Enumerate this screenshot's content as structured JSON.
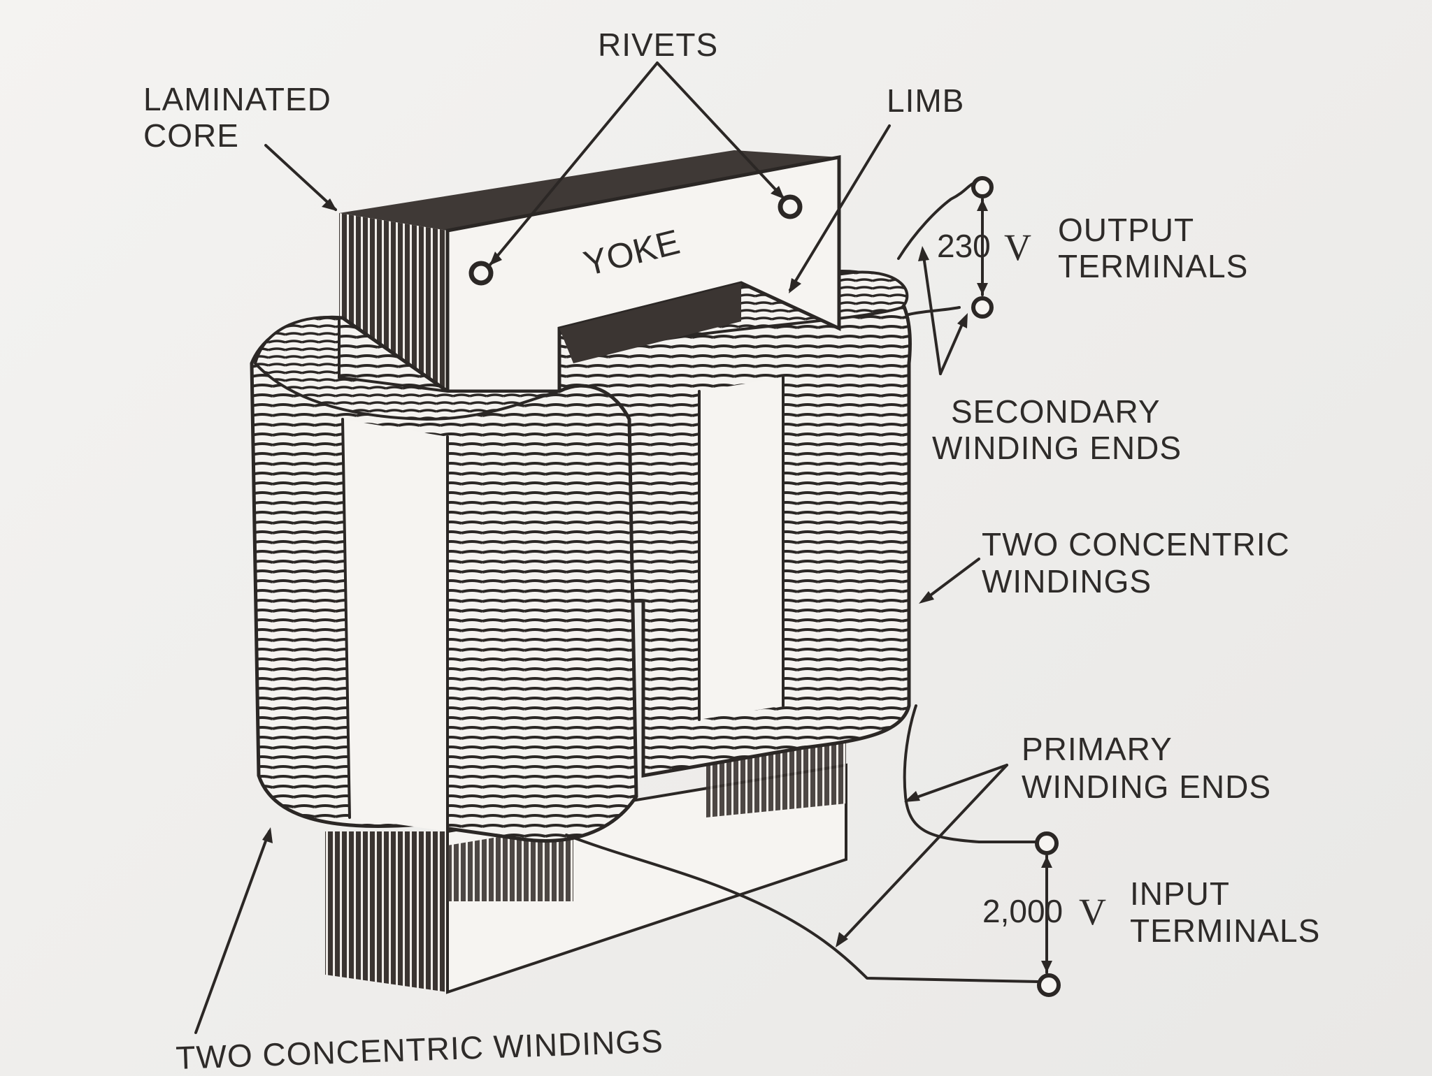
{
  "diagram": {
    "labels": {
      "rivets": "RIVETS",
      "laminated_core": [
        "LAMINATED",
        "CORE"
      ],
      "limb": "LIMB",
      "yoke": "YOKE",
      "output_voltage": "230",
      "output_voltage_unit": "V",
      "output_terminals": [
        "OUTPUT",
        "TERMINALS"
      ],
      "secondary_winding_ends": [
        "SECONDARY",
        "WINDING ENDS"
      ],
      "two_concentric_windings_right": [
        "TWO CONCENTRIC",
        "WINDINGS"
      ],
      "primary_winding_ends": [
        "PRIMARY",
        "WINDING ENDS"
      ],
      "input_voltage": "2,000",
      "input_voltage_unit": "V",
      "input_terminals": [
        "INPUT",
        "TERMINALS"
      ],
      "two_concentric_windings_bottom": "TWO CONCENTRIC WINDINGS"
    },
    "colors": {
      "ink": "#2b2725",
      "paper": "#f4f3f1",
      "core_dark": "#3b3532"
    }
  }
}
